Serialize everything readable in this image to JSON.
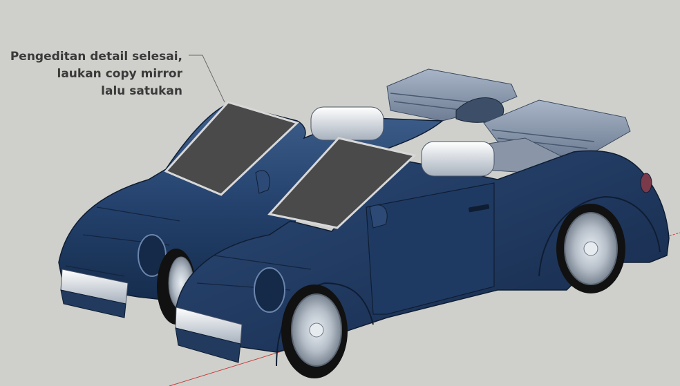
{
  "annotation": {
    "line1": "Pengeditan detail selesai,",
    "line2": "laukan copy mirror",
    "line3": "lalu satukan"
  },
  "scene": {
    "background_color": "#cfd0cb",
    "car_color": "#1f3a60",
    "axis_color": "#c83a3a"
  }
}
